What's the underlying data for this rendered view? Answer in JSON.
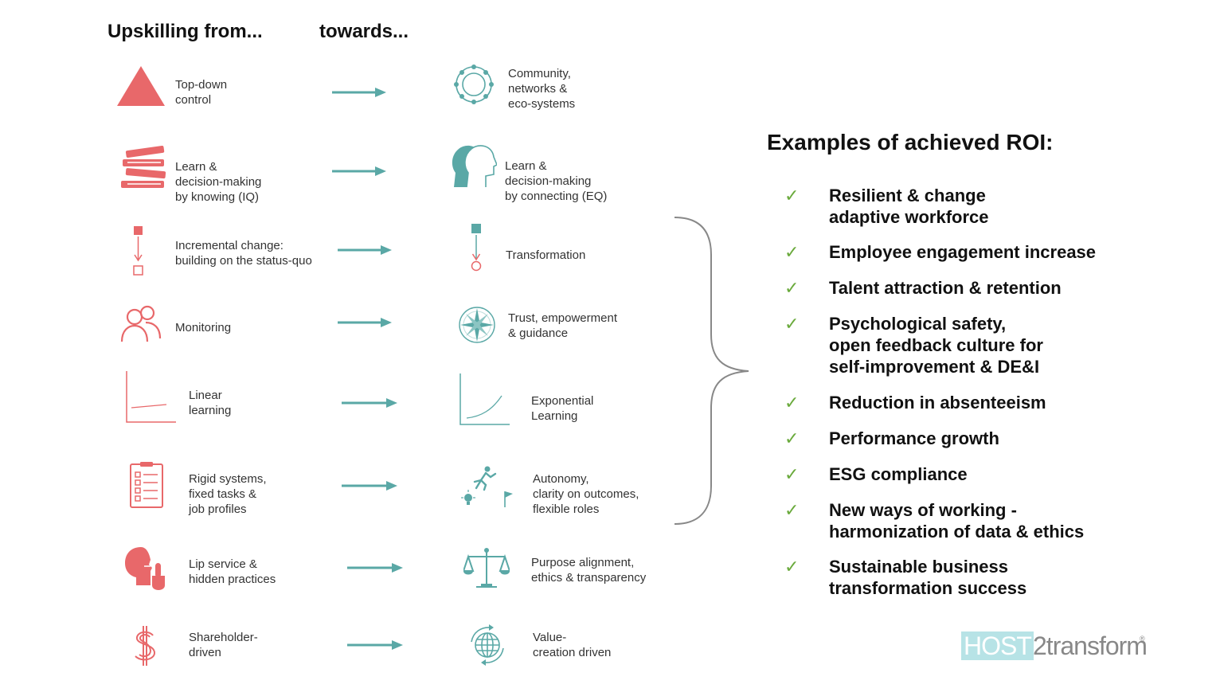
{
  "headers": {
    "from": "Upskilling from...",
    "towards": "towards..."
  },
  "colors": {
    "red": "#e8686a",
    "teal": "#5aa8a6",
    "check": "#6aaa3c",
    "brace": "#888888"
  },
  "rows": [
    {
      "from_label": "Top-down\ncontrol",
      "from_icon": "triangle-icon",
      "to_label": "Community,\nnetworks &\neco-systems",
      "to_icon": "network-circle-icon"
    },
    {
      "from_label": "Learn &\ndecision-making\nby knowing (IQ)",
      "from_icon": "books-icon",
      "to_label": "Learn &\ndecision-making\nby connecting (EQ)",
      "to_icon": "heads-icon"
    },
    {
      "from_label": "Incremental change:\nbuilding on the status-quo",
      "from_icon": "square-to-square-icon",
      "to_label": "Transformation",
      "to_icon": "square-to-circle-icon"
    },
    {
      "from_label": "Monitoring",
      "from_icon": "people-icon",
      "to_label": "Trust, empowerment\n& guidance",
      "to_icon": "compass-icon"
    },
    {
      "from_label": "Linear\nlearning",
      "from_icon": "linear-graph-icon",
      "to_label": "Exponential\nLearning",
      "to_icon": "exponential-graph-icon"
    },
    {
      "from_label": "Rigid systems,\nfixed tasks &\njob profiles",
      "from_icon": "checklist-icon",
      "to_label": "Autonomy,\nclarity on outcomes,\nflexible roles",
      "to_icon": "runner-icon"
    },
    {
      "from_label": "Lip service &\nhidden practices",
      "from_icon": "silence-face-icon",
      "to_label": "Purpose alignment,\nethics & transparency",
      "to_icon": "scales-icon"
    },
    {
      "from_label": "Shareholder-\ndriven",
      "from_icon": "dollar-icon",
      "to_label": "Value-\ncreation driven",
      "to_icon": "globe-icon"
    }
  ],
  "roi": {
    "title": "Examples of achieved ROI:",
    "items": [
      "Resilient & change\nadaptive workforce",
      "Employee engagement increase",
      "Talent attraction & retention",
      "Psychological safety,\nopen feedback culture for\nself-improvement & DE&I",
      "Reduction in absenteeism",
      "Performance growth",
      "ESG compliance",
      "New ways of working -\nharmonization of data & ethics",
      "Sustainable business\ntransformation success"
    ]
  },
  "logo": {
    "part1": "HOST",
    "part2": "2transform",
    "mark": "®"
  }
}
